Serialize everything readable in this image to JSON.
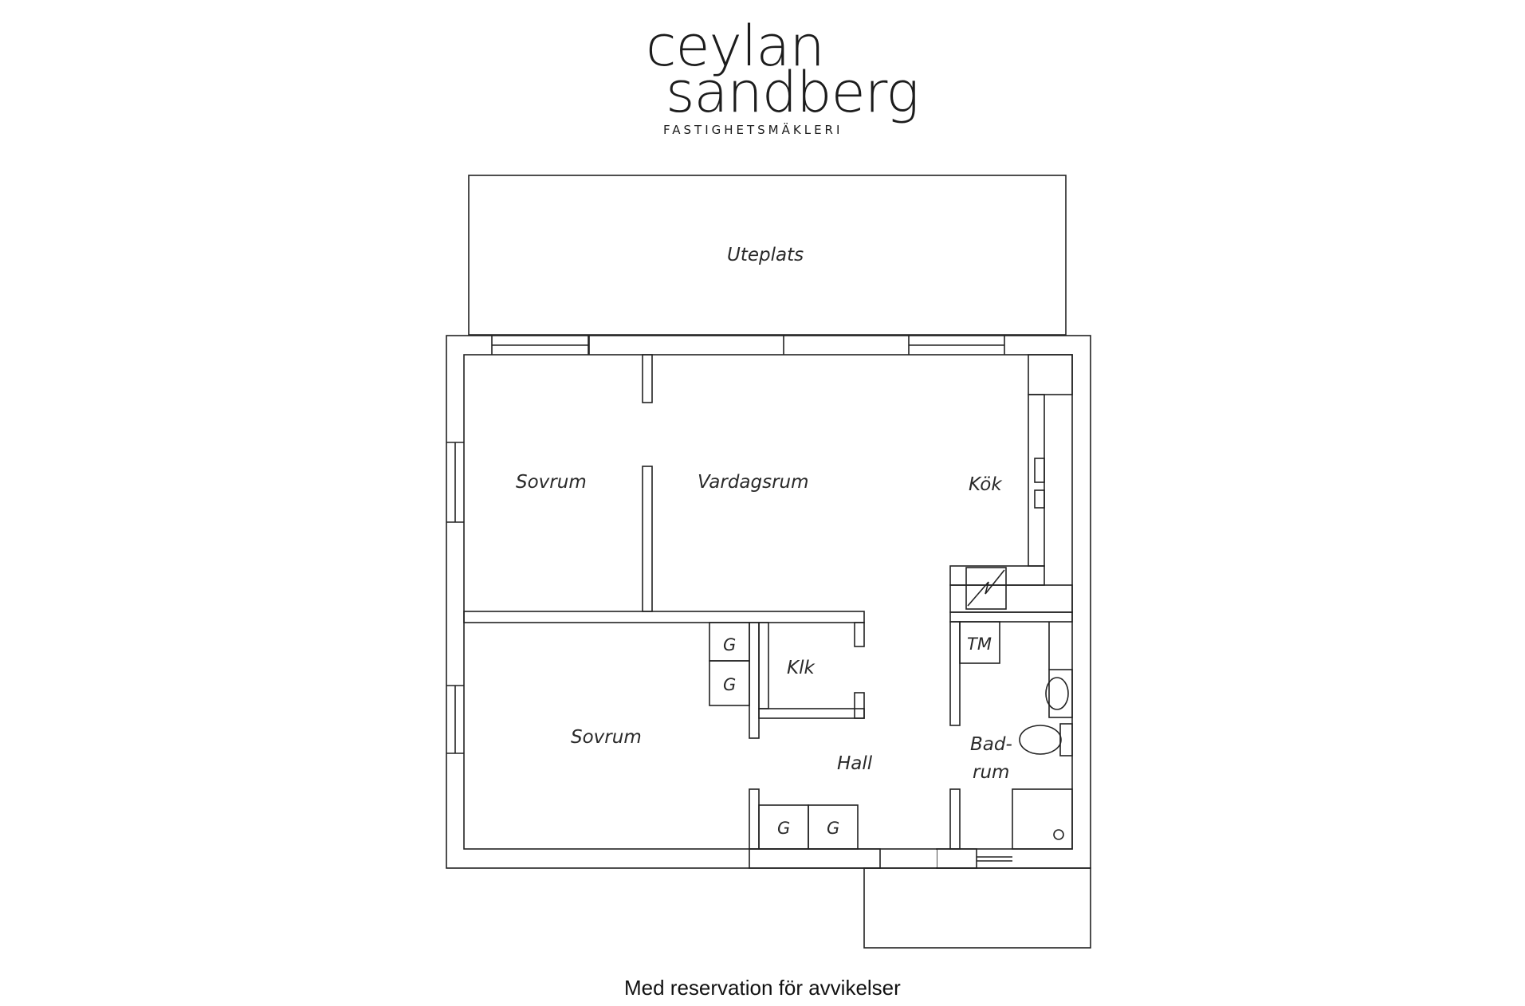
{
  "logo": {
    "line1": "ceylan",
    "line2": "sandberg",
    "tagline": "FASTIGHETSMÄKLERI"
  },
  "rooms": {
    "uteplats": "Uteplats",
    "sovrum_top": "Sovrum",
    "vardagsrum": "Vardagsrum",
    "kok": "Kök",
    "klk": "Klk",
    "sovrum_bottom": "Sovrum",
    "hall": "Hall",
    "badrum_1": "Bad-",
    "badrum_2": "rum",
    "tm": "TM",
    "g": "G"
  },
  "footer": {
    "disclaimer": "Med reservation för avvikelser"
  }
}
